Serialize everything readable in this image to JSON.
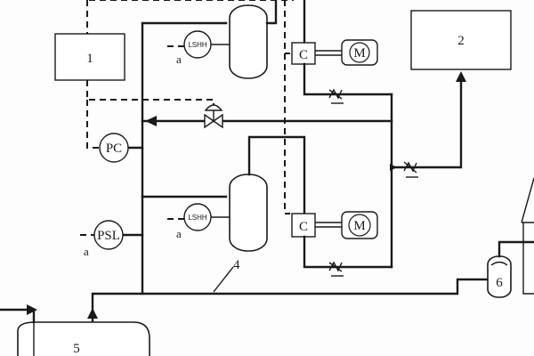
{
  "equipment": {
    "box1": "1",
    "box2": "2",
    "vessel5": "5",
    "vessel6": "6",
    "line4": "4"
  },
  "instruments": {
    "pc": "PC",
    "psl": "PSL",
    "lshh_top": "LSHH",
    "lshh_bottom": "LSHH",
    "compressor_top": "C",
    "compressor_bottom": "C",
    "motor_top": "M",
    "motor_bottom": "M"
  },
  "signal_labels": {
    "a_top": "a",
    "a_mid": "a",
    "a_psl": "a"
  }
}
